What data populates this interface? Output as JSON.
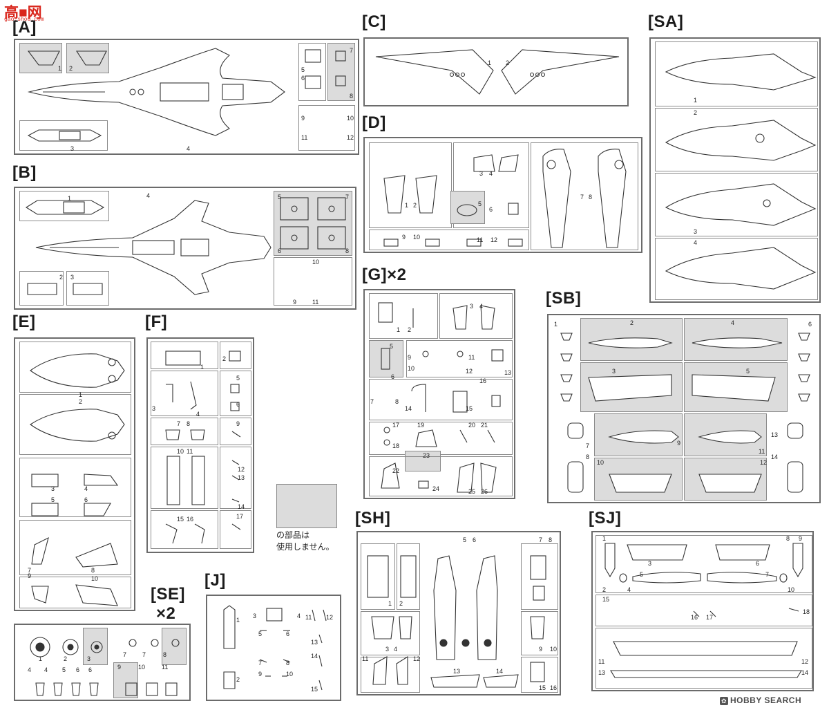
{
  "logo": {
    "main_text": "高■网",
    "sub_text": "gao.shou.com"
  },
  "watermark": {
    "text": "HOBBY SEARCH"
  },
  "legend": {
    "line1": "の部品は",
    "line2": "使用しません。"
  },
  "sprues": {
    "A": {
      "title": "[A]",
      "numbers": [
        "1",
        "2",
        "3",
        "4",
        "5",
        "6",
        "7",
        "8",
        "9",
        "10",
        "11",
        "12"
      ]
    },
    "B": {
      "title": "[B]",
      "numbers": [
        "1",
        "2",
        "3",
        "4",
        "5",
        "6",
        "7",
        "8",
        "9",
        "10",
        "11",
        "2",
        "3"
      ]
    },
    "C": {
      "title": "[C]",
      "numbers": [
        "1",
        "2"
      ]
    },
    "D": {
      "title": "[D]",
      "numbers": [
        "1",
        "2",
        "3",
        "4",
        "5",
        "6",
        "7",
        "8",
        "9",
        "10",
        "11",
        "12"
      ]
    },
    "SA": {
      "title": "[SA]",
      "numbers": [
        "1",
        "2",
        "3",
        "4"
      ]
    },
    "G": {
      "title": "[G]×2",
      "numbers": [
        "1",
        "2",
        "3",
        "4",
        "5",
        "6",
        "7",
        "8",
        "9",
        "10",
        "11",
        "12",
        "13",
        "14",
        "15",
        "16",
        "17",
        "18",
        "19",
        "20",
        "21",
        "22",
        "23",
        "24",
        "25",
        "26"
      ]
    },
    "SB": {
      "title": "[SB]",
      "numbers": [
        "1",
        "2",
        "3",
        "4",
        "5",
        "6",
        "7",
        "8",
        "9",
        "10",
        "11",
        "12",
        "13",
        "14"
      ]
    },
    "E": {
      "title": "[E]",
      "numbers": [
        "1",
        "2",
        "3",
        "4",
        "5",
        "6",
        "7",
        "8",
        "9",
        "10"
      ]
    },
    "F": {
      "title": "[F]",
      "numbers": [
        "1",
        "2",
        "3",
        "4",
        "5",
        "6",
        "7",
        "8",
        "9",
        "10",
        "11",
        "12",
        "13",
        "14",
        "15",
        "16",
        "17"
      ]
    },
    "SE": {
      "title": "[SE]",
      "multiplier": "×2",
      "numbers": [
        "1",
        "2",
        "3",
        "4",
        "4",
        "5",
        "6",
        "6",
        "7",
        "7",
        "8",
        "9",
        "10",
        "11"
      ]
    },
    "J": {
      "title": "[J]",
      "numbers": [
        "1",
        "2",
        "3",
        "4",
        "5",
        "6",
        "7",
        "8",
        "9",
        "10",
        "11",
        "12",
        "13",
        "14",
        "15"
      ]
    },
    "SH": {
      "title": "[SH]",
      "numbers": [
        "1",
        "2",
        "3",
        "4",
        "5",
        "6",
        "7",
        "8",
        "9",
        "10",
        "11",
        "12",
        "13",
        "14",
        "15",
        "16"
      ]
    },
    "SJ": {
      "title": "[SJ]",
      "numbers": [
        "1",
        "2",
        "3",
        "4",
        "5",
        "6",
        "7",
        "8",
        "9",
        "10",
        "11",
        "12",
        "13",
        "14",
        "15",
        "16",
        "17",
        "18"
      ]
    }
  },
  "colors": {
    "frame": "#6b6b6b",
    "shaded": "#dcdcdc",
    "logo": "#d9261c"
  }
}
